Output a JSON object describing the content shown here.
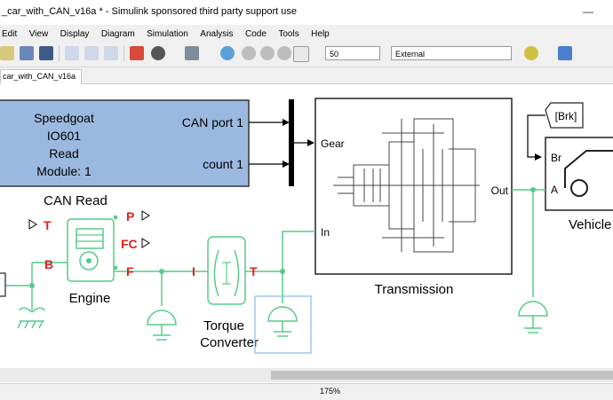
{
  "window": {
    "title": "_car_with_CAN_v16a * - Simulink sponsored third party support use",
    "minimize_glyph": "—"
  },
  "menu": [
    "Edit",
    "View",
    "Display",
    "Diagram",
    "Simulation",
    "Analysis",
    "Code",
    "Tools",
    "Help"
  ],
  "toolbar": {
    "stop_time": "50",
    "sim_mode": "External"
  },
  "tab": {
    "label": "car_with_CAN_v16a"
  },
  "diagram": {
    "can_block": {
      "line1": "Speedgoat",
      "line2": "IO601",
      "line3": "Read",
      "line4": "Module: 1",
      "port1": "CAN port 1",
      "port2": "count 1",
      "caption": "CAN Read",
      "fill_color": "#9bb9e0"
    },
    "engine": {
      "caption": "Engine",
      "port_t": "T",
      "port_b": "B",
      "port_p": "P",
      "port_fc": "FC",
      "port_f": "F"
    },
    "torque_converter": {
      "caption_line1": "Torque",
      "caption_line2": "Converter",
      "port_i": "I",
      "port_t": "T"
    },
    "transmission": {
      "caption": "Transmission",
      "port_gear": "Gear",
      "port_in": "In",
      "port_out": "Out"
    },
    "vehicle": {
      "caption": "Vehicle",
      "port_br": "Br",
      "port_a": "A",
      "goto_tag": "[Brk]"
    },
    "colors": {
      "physical_line": "#55cc88",
      "port_label_red": "#e02020",
      "signal_line": "#000000",
      "highlight": "#88bbee"
    }
  },
  "status": {
    "zoom": "175%"
  }
}
